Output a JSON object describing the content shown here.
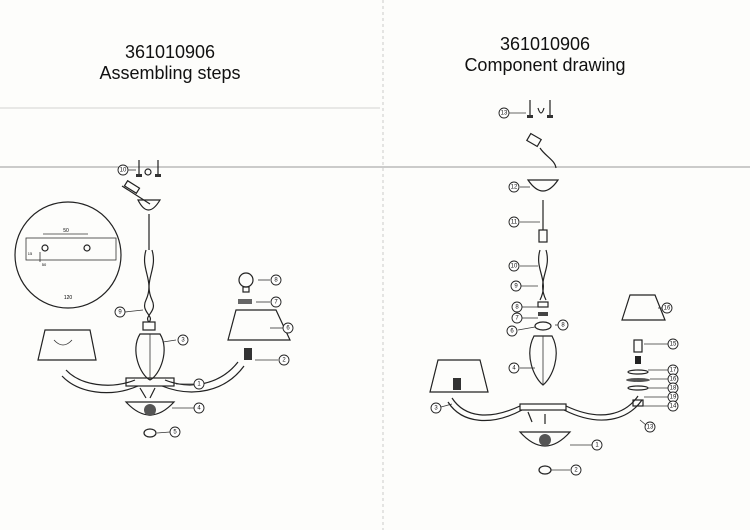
{
  "left_panel": {
    "model": "361010906",
    "subtitle": "Assembling steps",
    "detail_dims": [
      "50",
      "120",
      "50",
      "15"
    ],
    "callouts": [
      "10",
      "9",
      "8",
      "7",
      "6",
      "3",
      "2",
      "1",
      "4",
      "5"
    ]
  },
  "right_panel": {
    "model": "361010906",
    "subtitle": "Component drawing",
    "callouts": [
      "13",
      "12",
      "11",
      "10",
      "9",
      "8",
      "7",
      "6",
      "8",
      "4",
      "16",
      "15",
      "17",
      "16",
      "18",
      "19",
      "14",
      "13",
      "3",
      "1",
      "2"
    ]
  },
  "colors": {
    "line": "#222222",
    "paper": "#fdfdfb",
    "fill_dark": "#555555"
  }
}
